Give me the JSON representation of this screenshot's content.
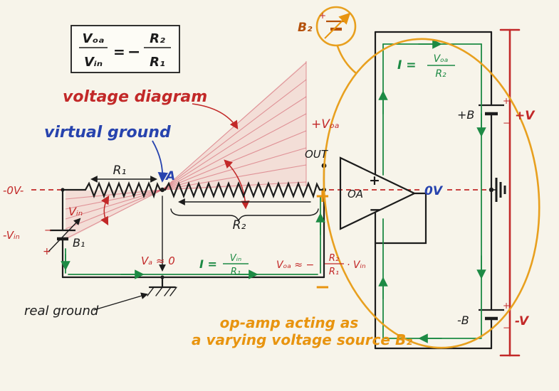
{
  "colors": {
    "red": "#c22828",
    "blue": "#2743ae",
    "green": "#1d8a44",
    "orange": "#e8940f",
    "orange_dark": "#b4500a",
    "ink": "#1c1c1c",
    "paper": "#f7f4ea",
    "pink_fill": "rgba(214,64,80,0.12)"
  },
  "formula_box": {
    "lhs_num": "Vₒₐ",
    "lhs_den": "Vᵢₙ",
    "equals": "=",
    "minus": "−",
    "rhs_num": "R₂",
    "rhs_den": "R₁"
  },
  "annotations": {
    "voltage_diagram": "voltage diagram",
    "virtual_ground": "virtual ground",
    "real_ground": "real ground",
    "caption_line1": "op-amp acting as",
    "caption_line2": "a varying voltage source B₂"
  },
  "circuit": {
    "zero_v_left": "-0V-",
    "zero_v_right": "0V",
    "out_label": "OUT",
    "opamp_label": "OA",
    "node_a": "A",
    "r1": "R₁",
    "r2": "R₂",
    "b1": "B₁",
    "b2": "B₂",
    "vin": "Vᵢₙ",
    "neg_vin": "-Vᵢₙ",
    "plus_voa": "+Vₒₐ",
    "va_approx": "Vₐ ≈ 0",
    "plus_b": "+B",
    "minus_b": "-B",
    "plus_v": "+V",
    "minus_v": "-V",
    "plus": "+",
    "minus": "−"
  },
  "equations": {
    "i_left_lhs": "I =",
    "i_left_num": "Vᵢₙ",
    "i_left_den": "R₁",
    "i_right_lhs": "I =",
    "i_right_num": "Vₒₐ",
    "i_right_den": "R₂",
    "voa_lhs": "Vₒₐ ≈ −",
    "voa_num": "R₂",
    "voa_den": "R₁",
    "voa_rhs": "· Vᵢₙ"
  }
}
